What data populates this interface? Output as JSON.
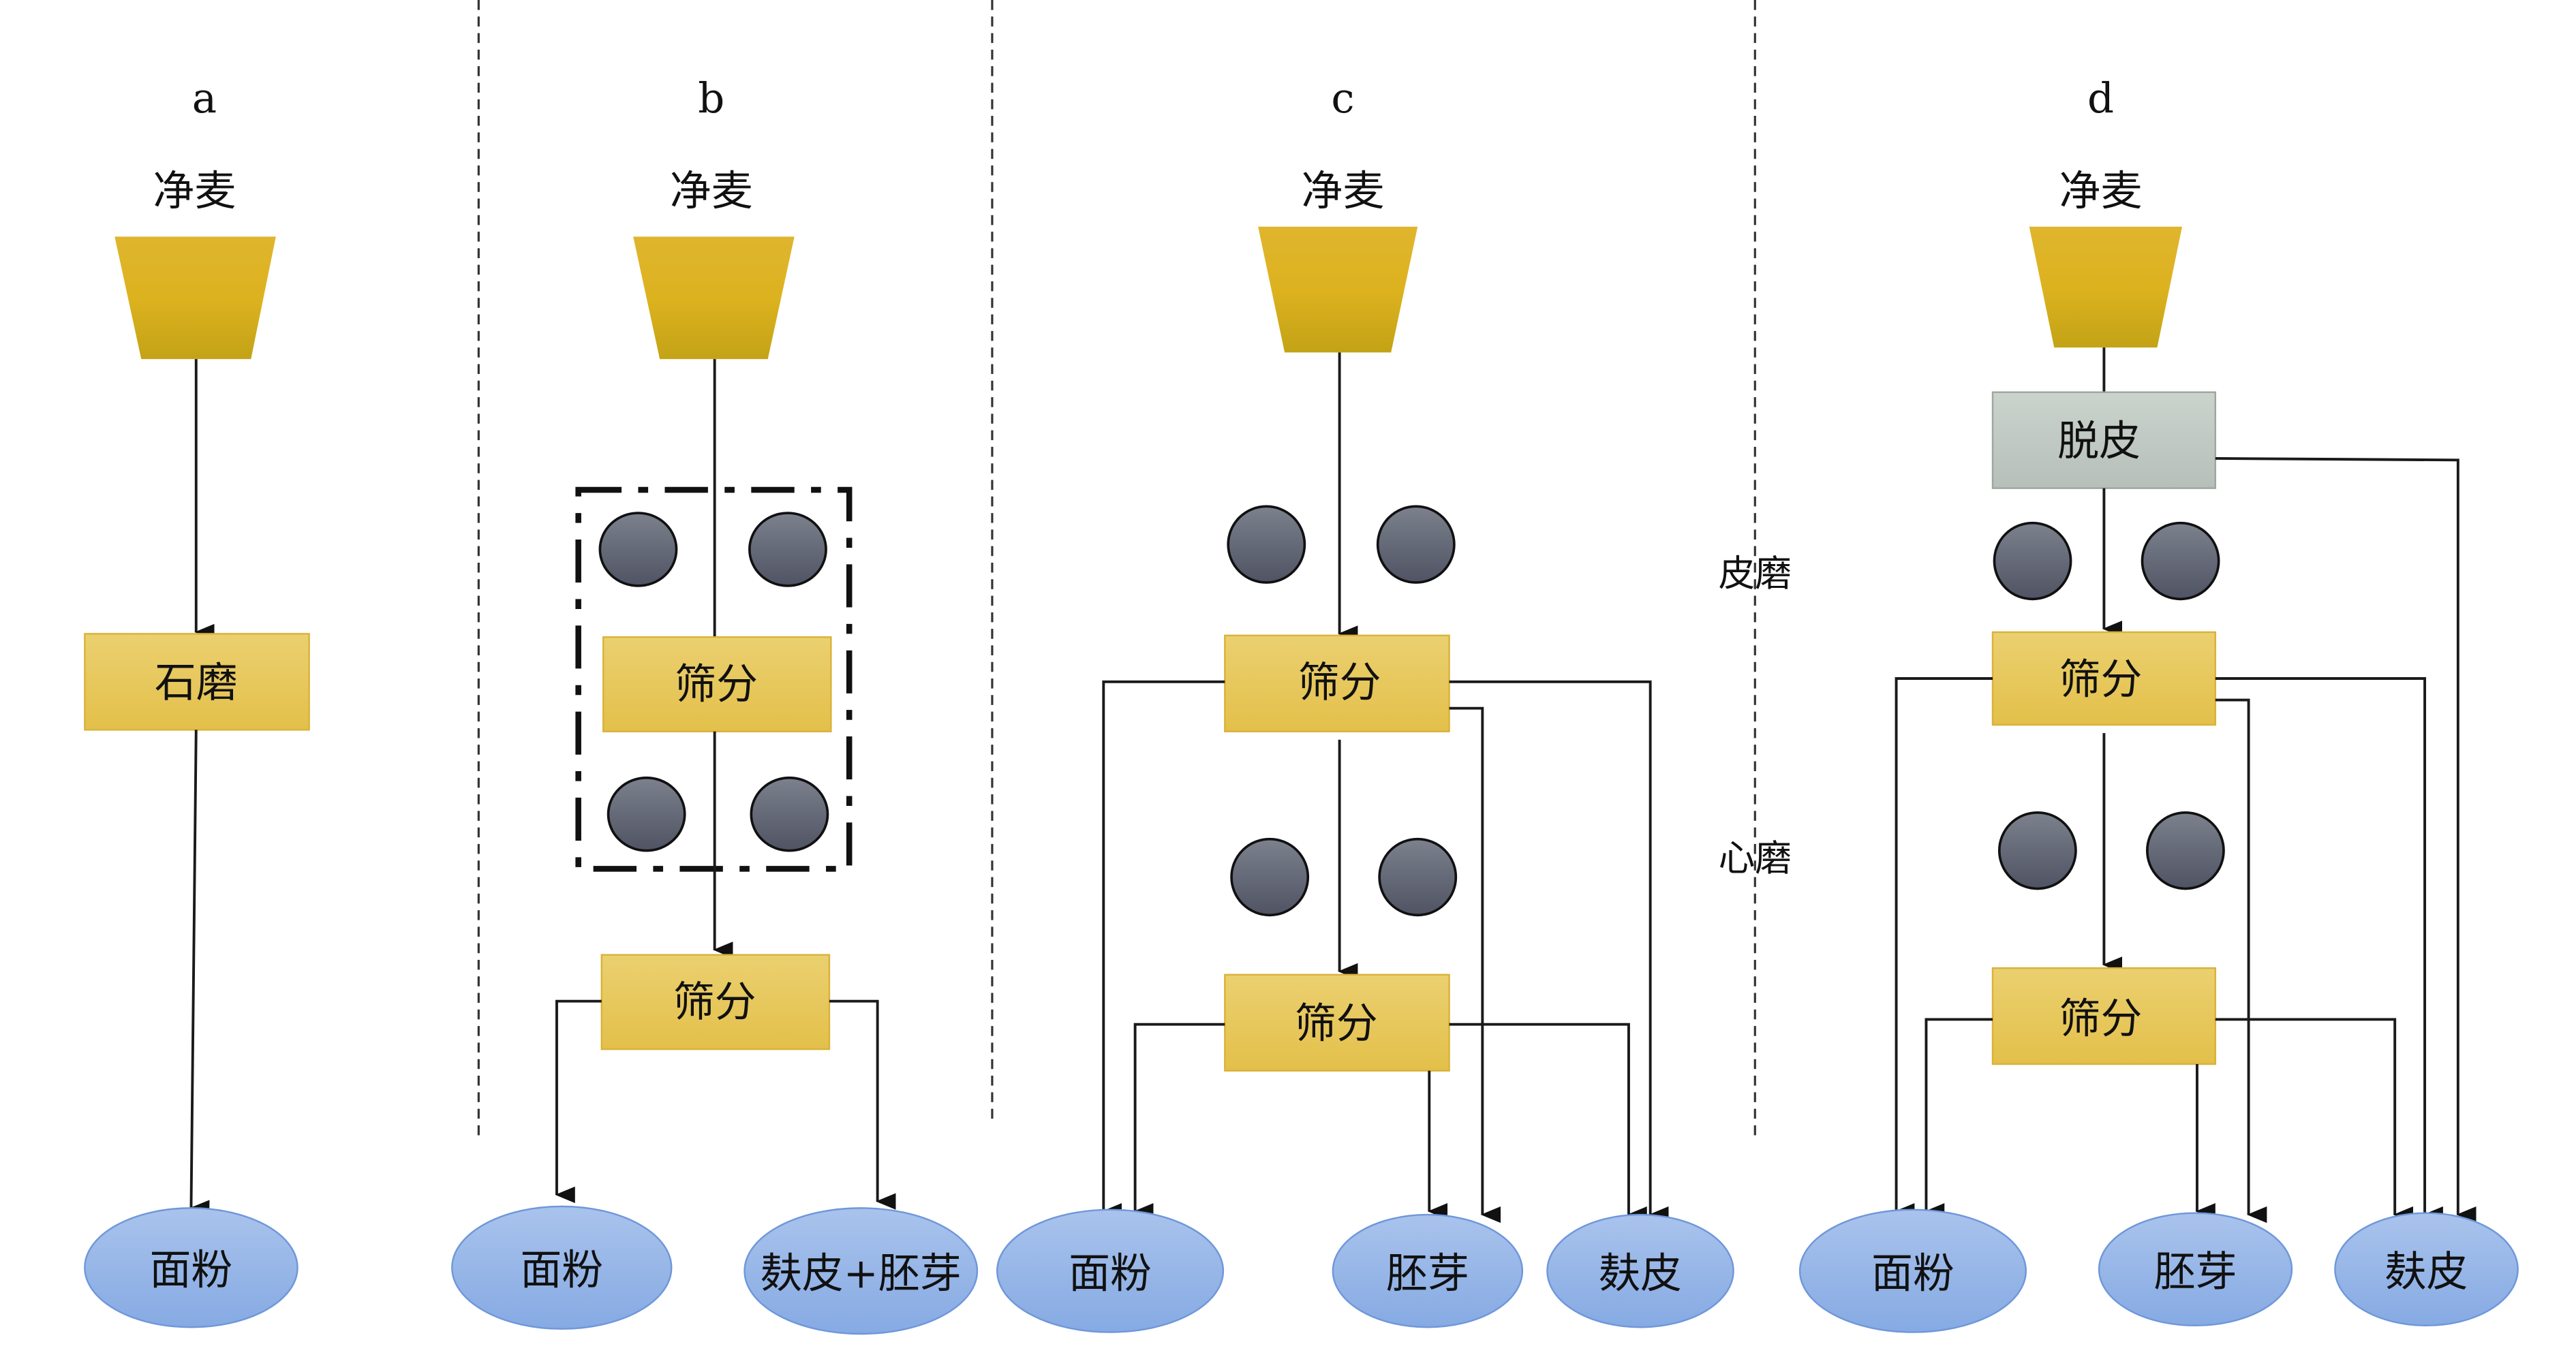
{
  "title": "小麦制粉工艺流程对比",
  "colors": {
    "funnel": "#DDB21F",
    "process_box": "#E8C95A",
    "dehull_box": "#C3CCC6",
    "product": "#8FB3E6",
    "roller": "#5E6371"
  },
  "panels": [
    {
      "id": "a",
      "label": "a",
      "input": "净麦",
      "steps": [
        "石磨"
      ],
      "outputs": [
        "面粉"
      ]
    },
    {
      "id": "b",
      "label": "b",
      "input": "净麦",
      "steps": [
        "筛分",
        "筛分"
      ],
      "outputs": [
        "面粉",
        "麸皮+胚芽"
      ]
    },
    {
      "id": "c",
      "label": "c",
      "input": "净麦",
      "steps": [
        "筛分",
        "筛分"
      ],
      "outputs": [
        "面粉",
        "胚芽",
        "麸皮"
      ]
    },
    {
      "id": "d",
      "label": "d",
      "input": "净麦",
      "steps": [
        "脱皮",
        "筛分",
        "筛分"
      ],
      "outputs": [
        "面粉",
        "胚芽",
        "麸皮"
      ]
    }
  ],
  "stage_labels": {
    "bran_milling": "皮磨",
    "core_milling": "心磨"
  }
}
